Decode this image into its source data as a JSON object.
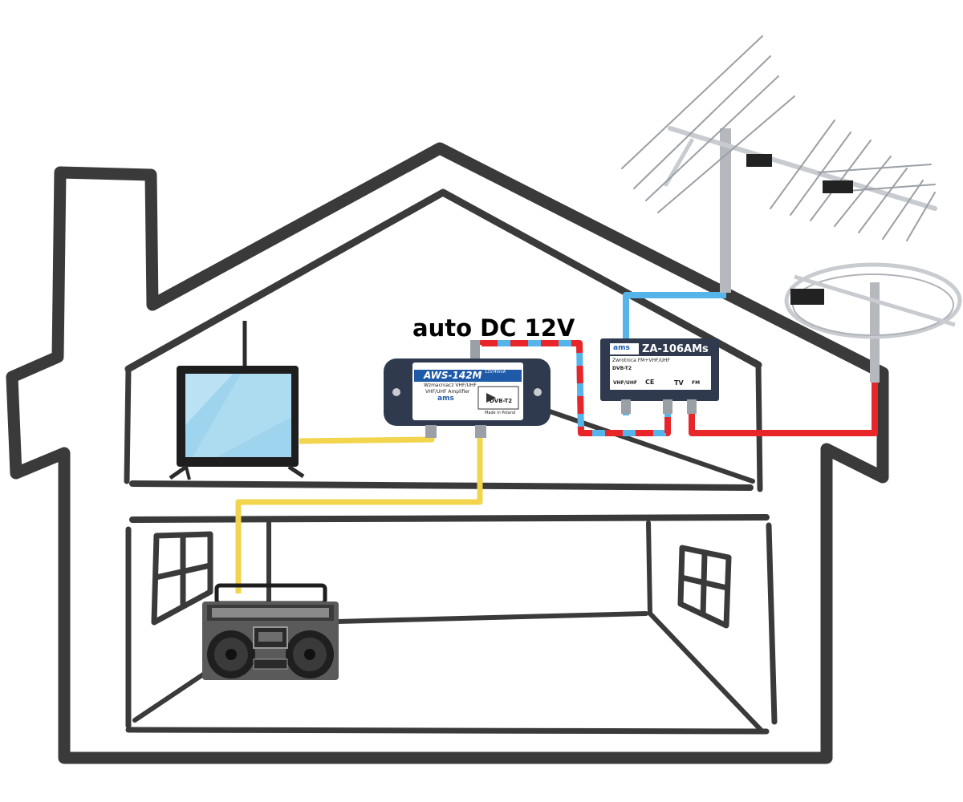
{
  "caption": "auto DC 12V",
  "amplifier": {
    "model": "AWS-142M",
    "subtitle": "Wzmacniacz VHF/UHF",
    "subtitle_en": "VHF/UHF Amplifier",
    "brand": "ams",
    "power_label": "12V/40mA",
    "standard": "DVB-T2",
    "origin": "Made in Poland"
  },
  "combiner": {
    "model": "ZA-106AMs",
    "subtitle": "Zwrotnica FM+VHF/UHF",
    "brand": "ams",
    "standard": "DVB-T2",
    "port_vhf_uhf": "VHF/UHF",
    "port_tv": "TV",
    "port_fm": "FM",
    "mark": "CE"
  },
  "colors": {
    "house_outline": "#3a3a3a",
    "tv_cable": "#f2d54c",
    "dc_line": "#e8262a",
    "signal_line": "#55b4ea",
    "device_body": "#2f3a4e",
    "screen": "#9fd4ee"
  },
  "icons": [
    "house-outline",
    "tv-icon",
    "radio-icon",
    "yagi-antenna-icon",
    "fm-ring-antenna-icon",
    "window-icon"
  ]
}
